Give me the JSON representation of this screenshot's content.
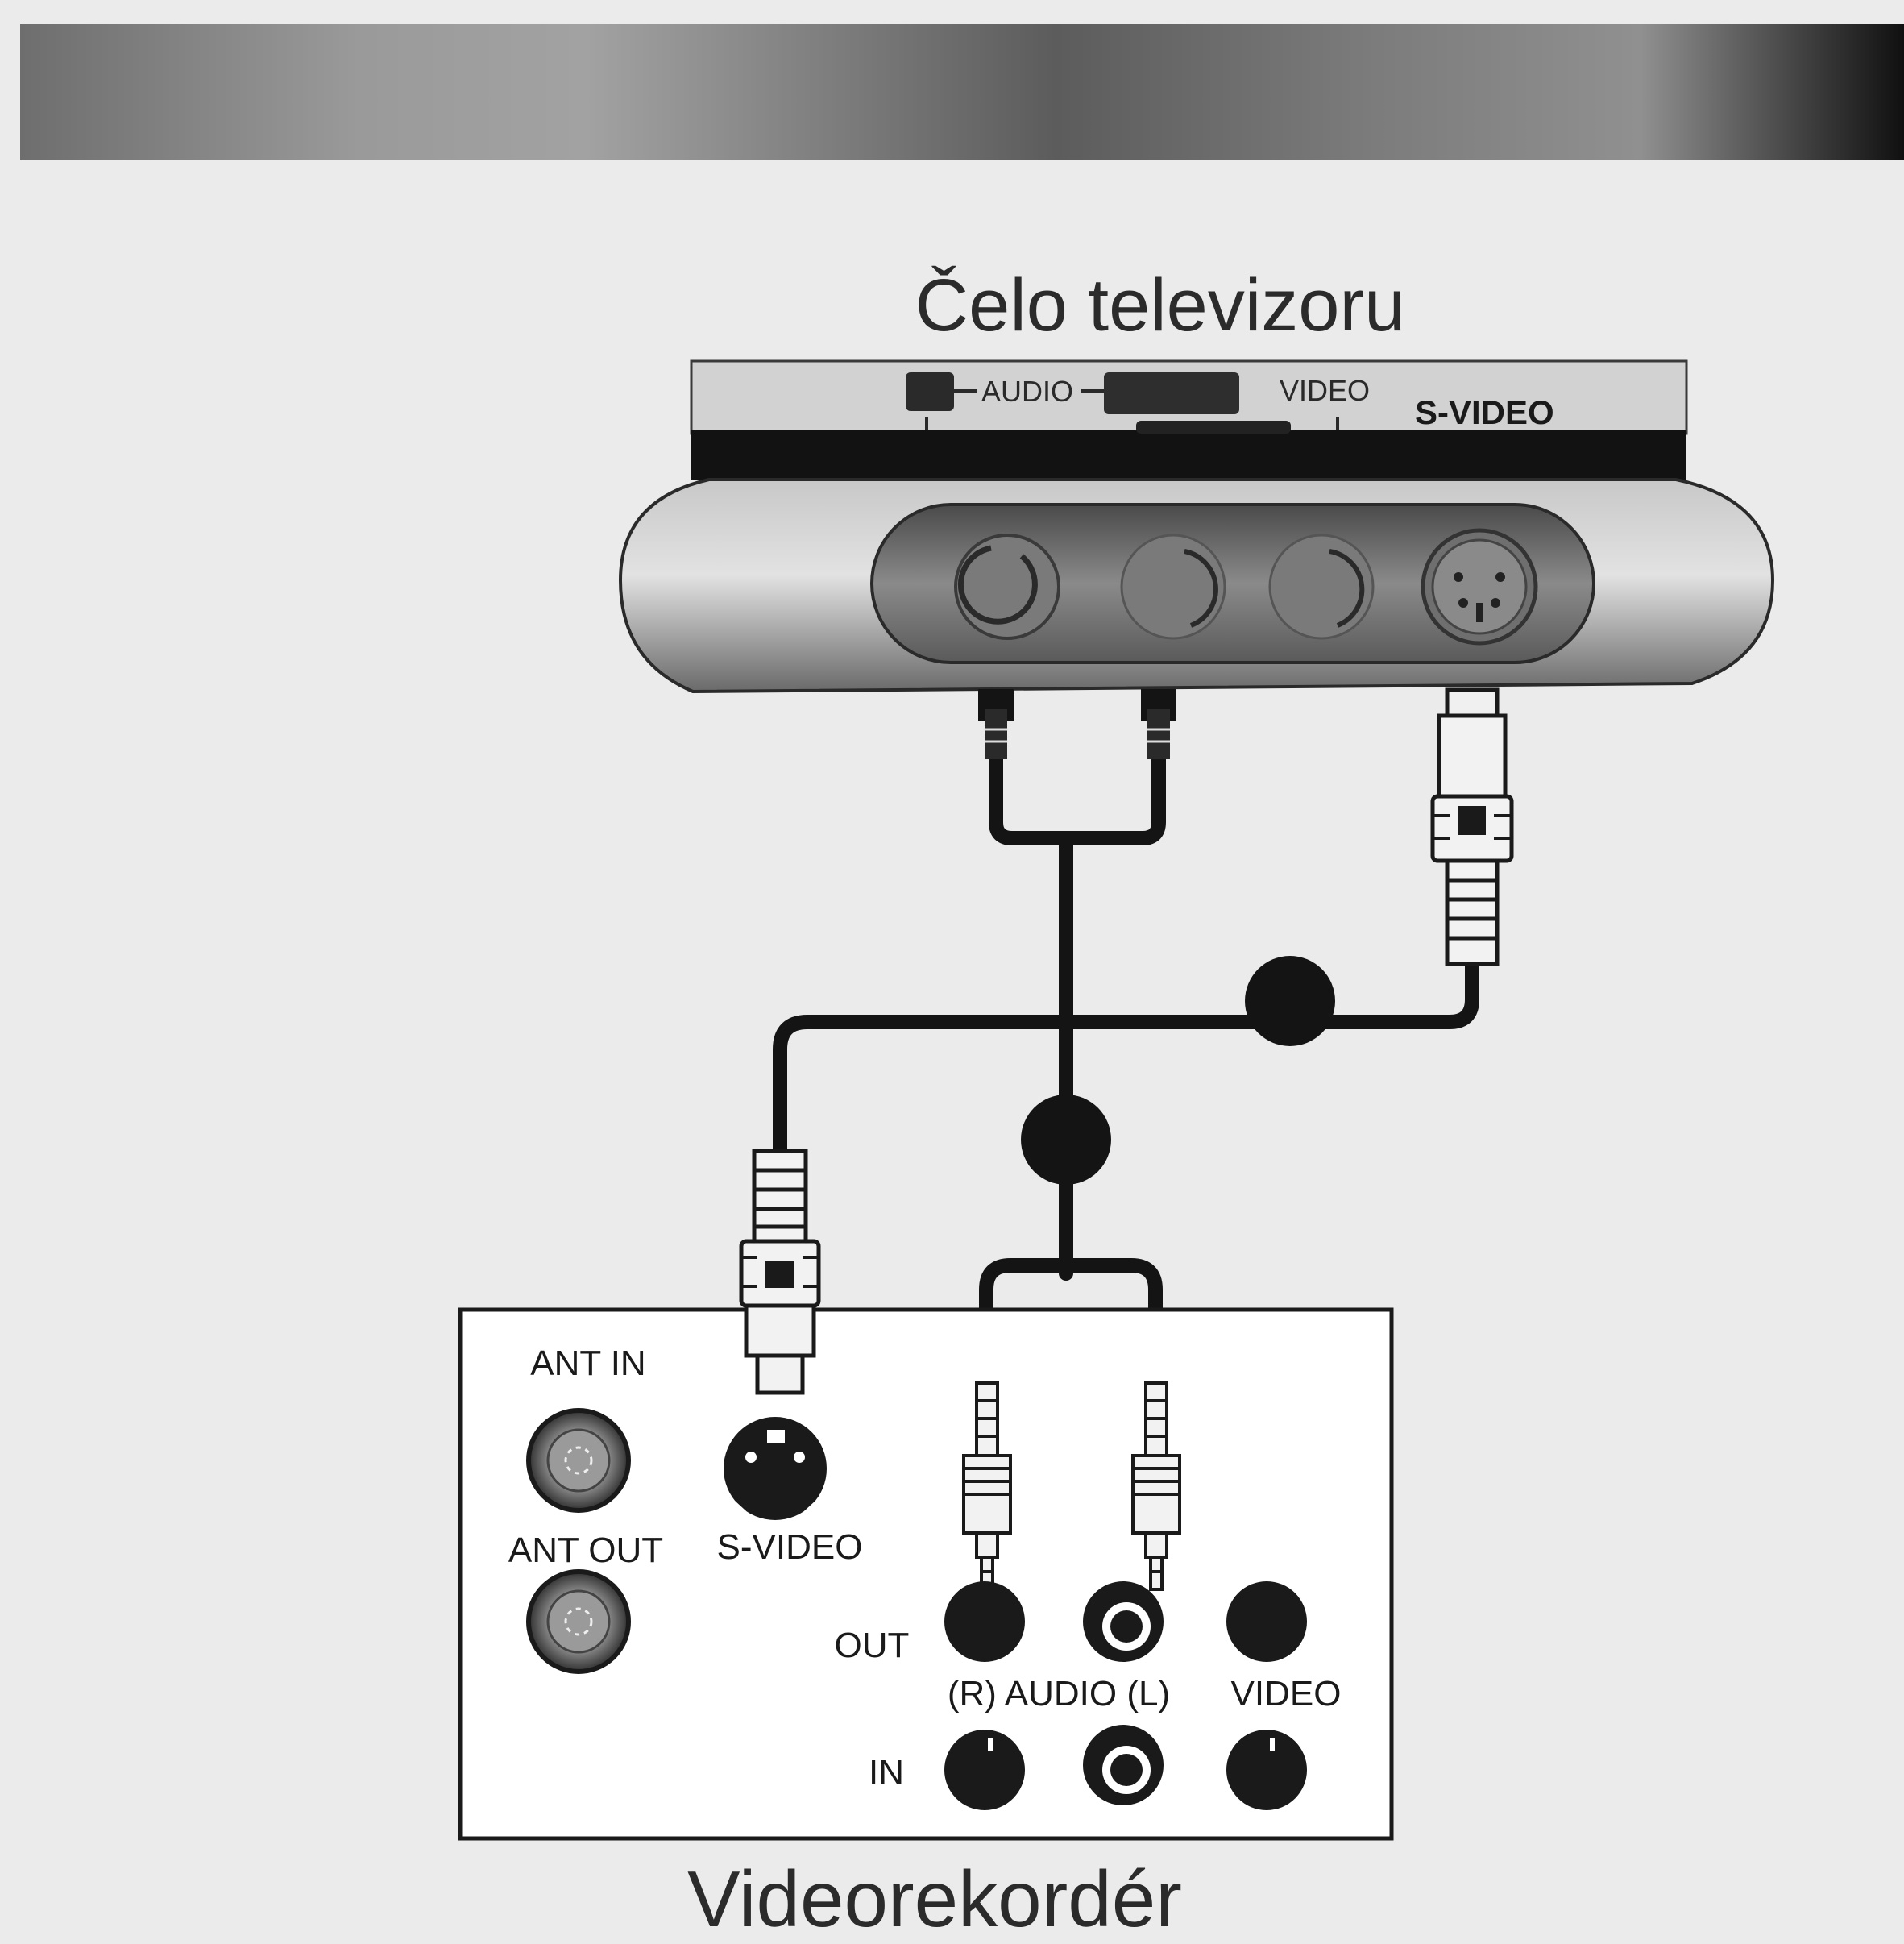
{
  "colors": {
    "background": "#ebebeb",
    "cable": "#141414",
    "jack": "#1a1a1a",
    "panel_text": "#1a1a1a",
    "title_text": "#2b2b2b"
  },
  "tv": {
    "title": "Čelo televizoru",
    "audio_label": "AUDIO",
    "video_label": "VIDEO",
    "svideo_label": "S-VIDEO"
  },
  "vcr": {
    "title": "Videorekordér",
    "ant_in": "ANT IN",
    "ant_out": "ANT OUT",
    "svideo": "S-VIDEO",
    "out": "OUT",
    "in": "IN",
    "audio_pair": "(R) AUDIO (L)",
    "video": "VIDEO"
  },
  "icons": [
    "rca-plug-icon",
    "svideo-plug-icon",
    "rca-jack-icon",
    "svideo-jack-icon",
    "antenna-jack-icon"
  ]
}
